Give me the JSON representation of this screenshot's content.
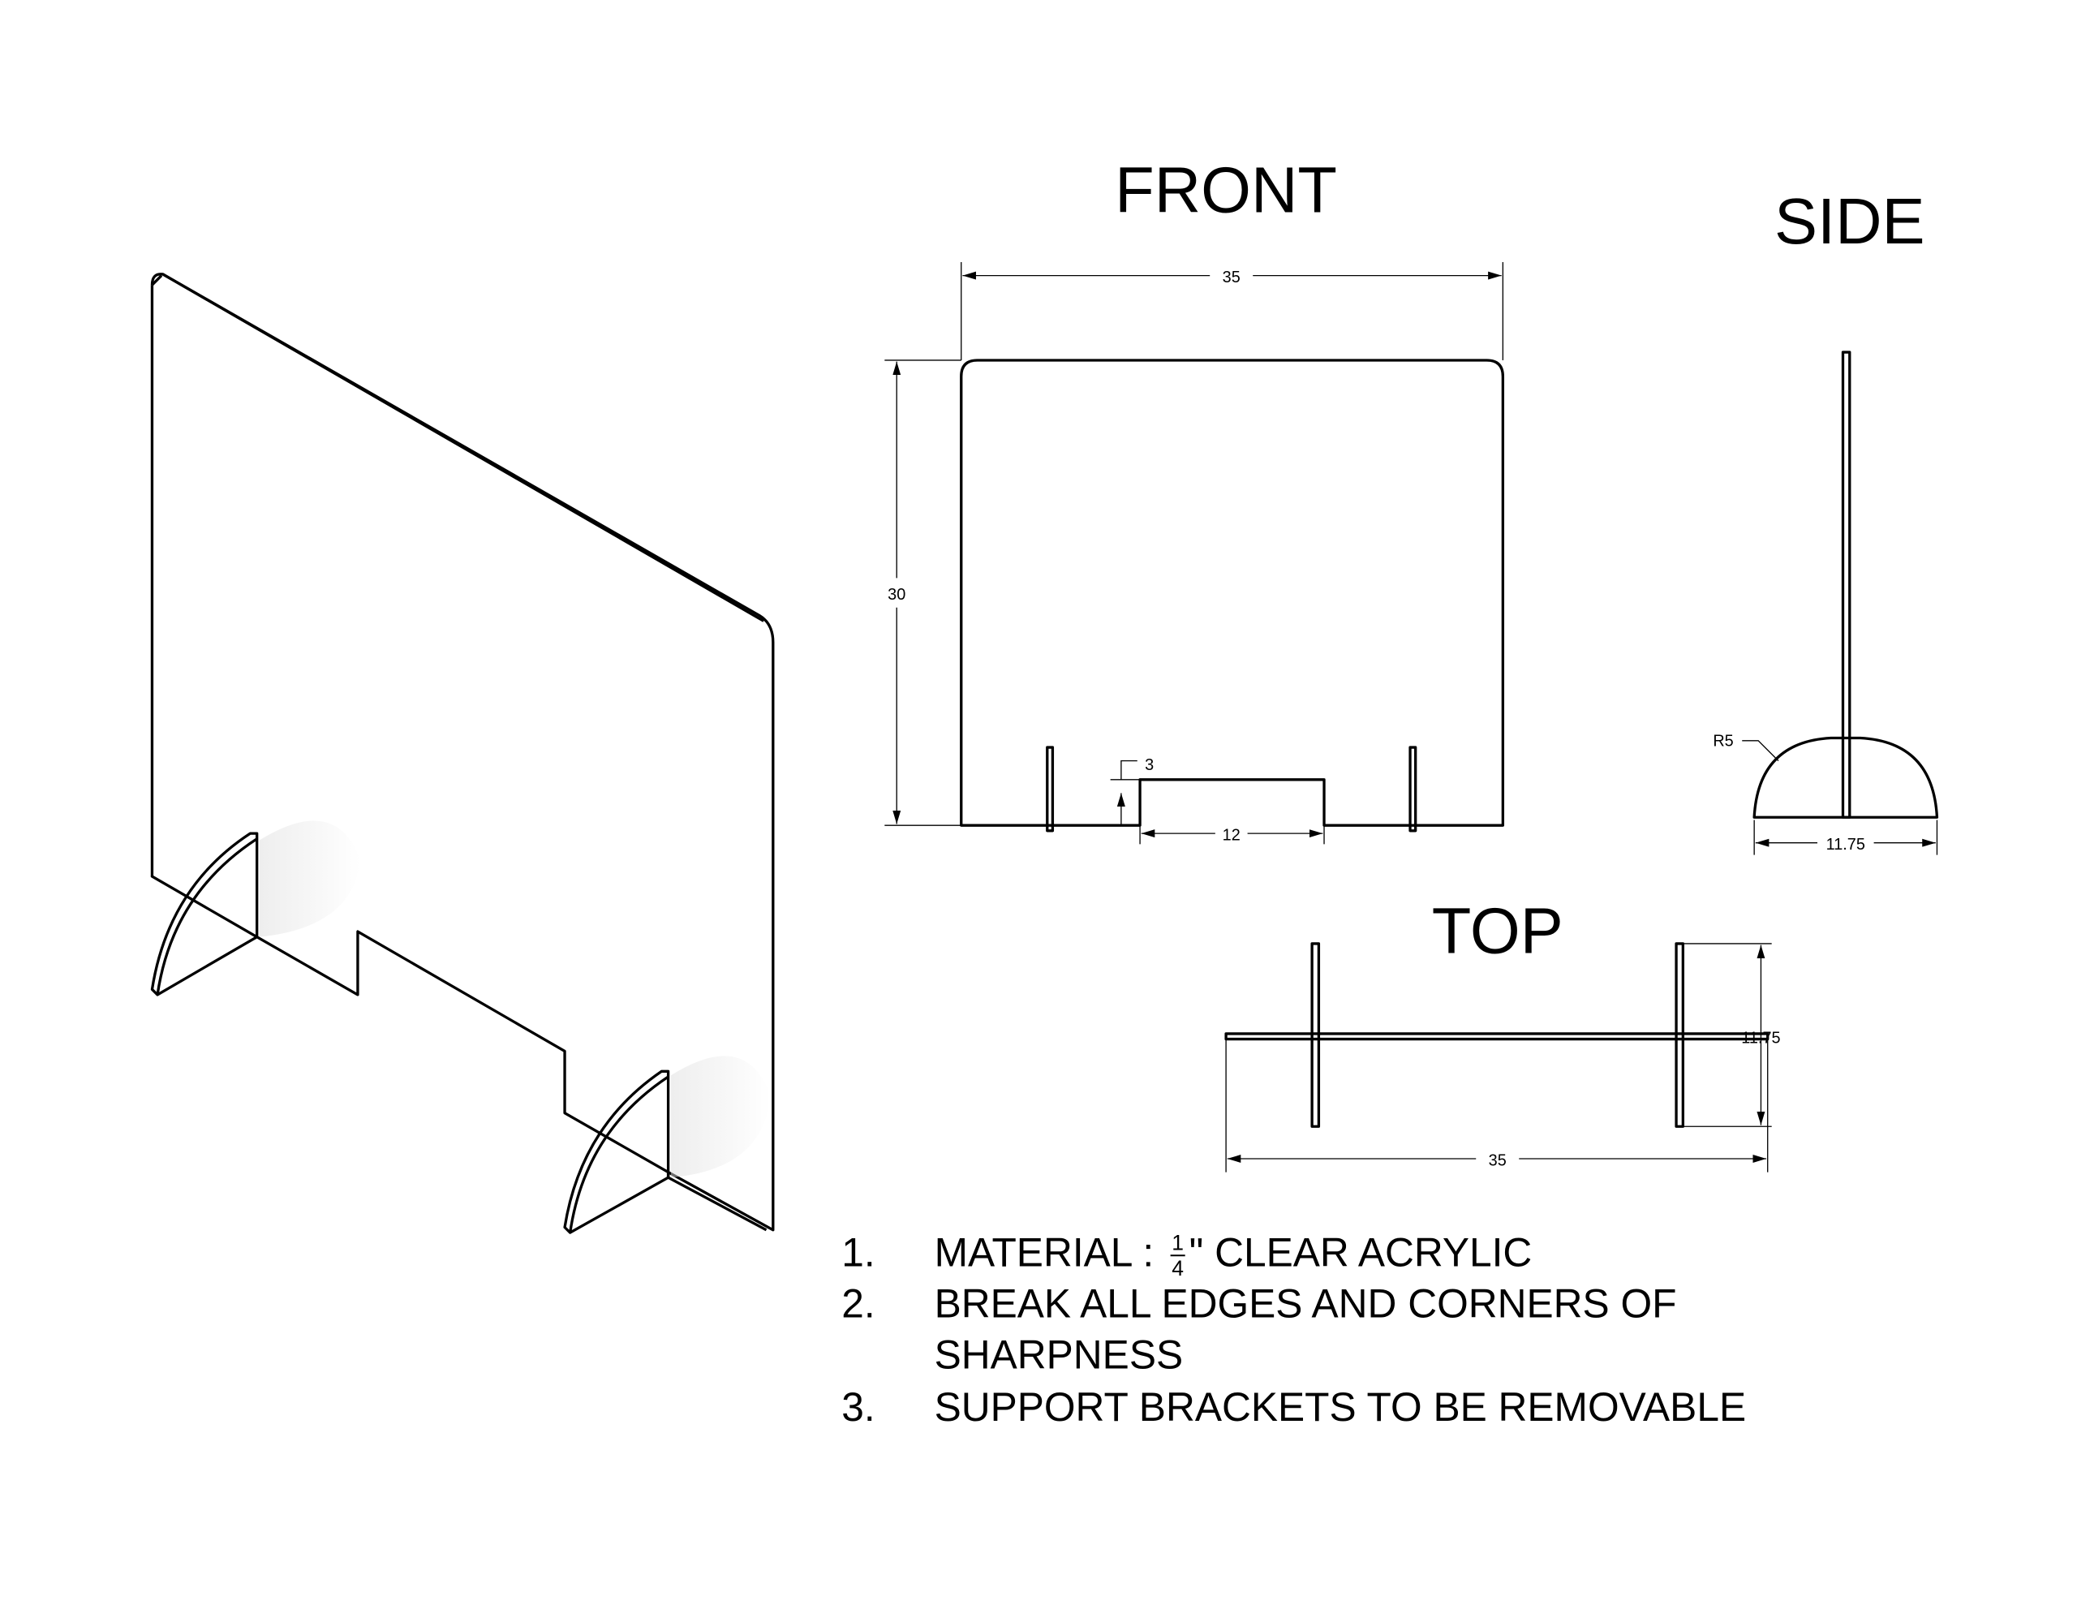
{
  "views": {
    "front": {
      "title": "FRONT",
      "dims": {
        "width": "35",
        "height": "30",
        "notch_height": "3",
        "notch_width": "12"
      }
    },
    "side": {
      "title": "SIDE",
      "dims": {
        "radius": "R5",
        "base_width": "11.75"
      }
    },
    "top": {
      "title": "TOP",
      "dims": {
        "depth": "11.75",
        "width": "35"
      }
    }
  },
  "notes": [
    {
      "num": "1.",
      "text_before": "MATERIAL : ",
      "frac_num": "1",
      "frac_den": "4",
      "text_after": "\" CLEAR ACRYLIC"
    },
    {
      "num": "2.",
      "text": "BREAK ALL EDGES AND CORNERS OF",
      "text2": "SHARPNESS"
    },
    {
      "num": "3.",
      "text": "SUPPORT BRACKETS TO BE REMOVABLE"
    }
  ]
}
